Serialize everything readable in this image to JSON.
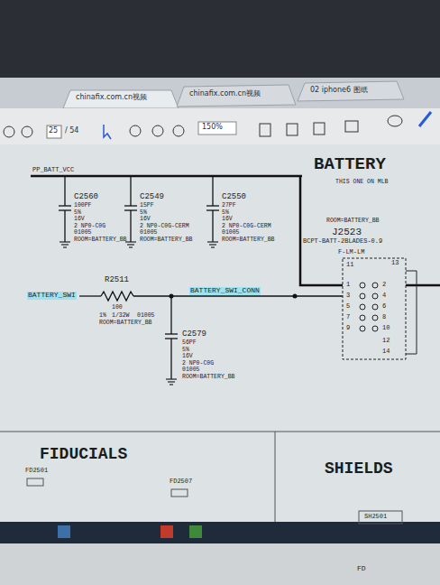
{
  "diagram": {
    "title": "BATTERY",
    "labels": [
      "chinafix.com.cn视频",
      "chinafix.com.cn视频",
      "02 iphone6 图纸",
      "25",
      "/ 54",
      "150%",
      "PP_BATT_VCC",
      "C2560",
      "100PF",
      "5%",
      "16V",
      "2 NP0-C0G",
      "01005",
      "ROOM=BATTERY_BB",
      "C2549",
      "15PF",
      "5%",
      "16V",
      "2 NP0-C0G-CERM",
      "01005",
      "ROOM=BATTERY_BB",
      "C2550",
      "27PF",
      "5%",
      "16V",
      "2 NP0-C0G-CERM",
      "01005",
      "ROOM=BATTERY_BB",
      "THIS ONE ON MLB",
      "ROOM=BATTERY_BB",
      "J2523",
      "BCPT-BATT-2BLADES-0.9",
      "F-LM-LM",
      "11",
      "13",
      "1",
      "2",
      "3",
      "4",
      "5",
      "6",
      "7",
      "8",
      "9",
      "10",
      "12",
      "14",
      "BATTERY_SWI",
      "R2511",
      "100",
      "1%",
      "1/32W",
      "01005",
      "ROOM=BATTERY_BB",
      "BATTERY_SWI_CONN",
      "C2579",
      "56PF",
      "5%",
      "16V",
      "2 NP0-C0G",
      "01005",
      "ROOM=BATTERY_BB",
      "FIDUCIALS",
      "FD2501",
      "FD2507",
      "SHIELDS",
      "SH2501",
      "FD"
    ]
  }
}
